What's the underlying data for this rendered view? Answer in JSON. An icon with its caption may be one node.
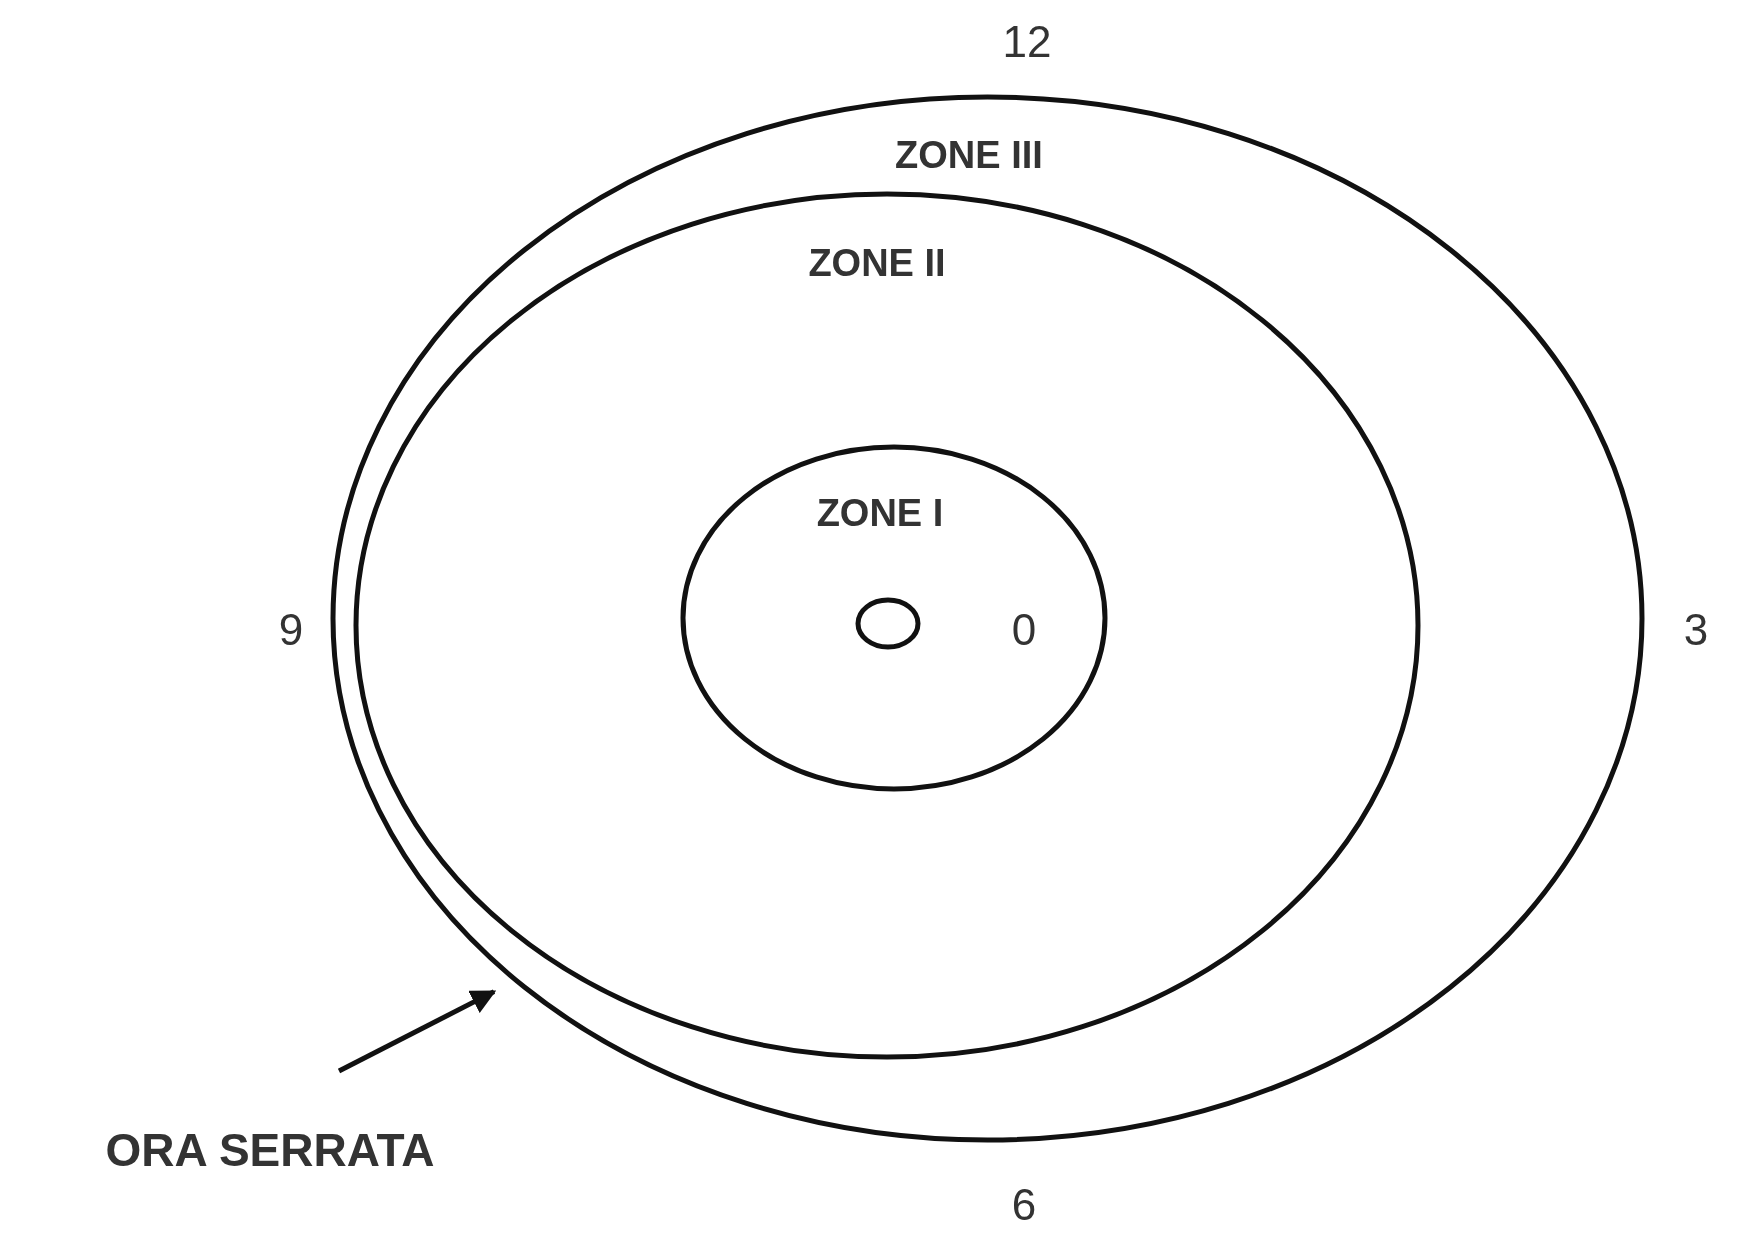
{
  "diagram": {
    "nodes": [
      {
        "text": [
          "ZONE III"
        ]
      },
      {
        "text": [
          "ZONE II"
        ],
        "in": 0
      },
      {
        "text": [
          "ZONE I"
        ],
        "in": 1
      },
      {
        "text": [],
        "shape": "circle",
        "in": 2
      },
      {
        "text": [
          "ORA SERRATA"
        ]
      }
    ],
    "edges": [
      {
        "from": 4,
        "to": 0,
        "arrow": "to"
      }
    ],
    "labels": [
      "12",
      "9",
      "0",
      "3",
      "6"
    ]
  }
}
